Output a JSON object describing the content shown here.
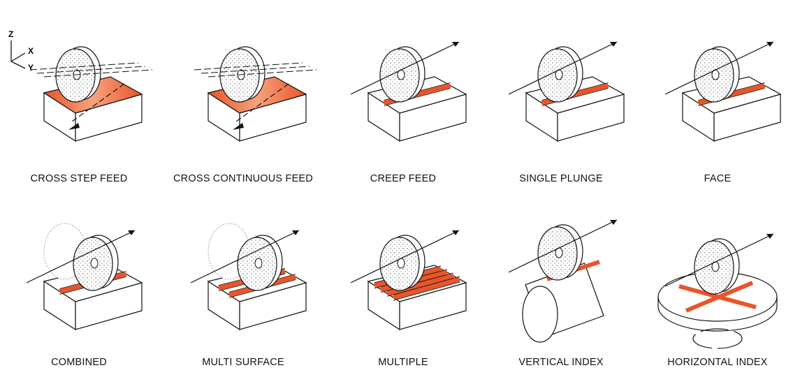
{
  "axes": {
    "z": "Z",
    "x": "X",
    "y": "Y"
  },
  "colors": {
    "workpiece": "#e8552b",
    "highlight": "#f6a27c",
    "outline": "#111111"
  },
  "items": [
    {
      "label": "CROSS STEP FEED",
      "kind": "step"
    },
    {
      "label": "CROSS CONTINUOUS FEED",
      "kind": "continuous"
    },
    {
      "label": "CREEP FEED",
      "kind": "creep"
    },
    {
      "label": "SINGLE PLUNGE",
      "kind": "plunge"
    },
    {
      "label": "FACE",
      "kind": "face"
    },
    {
      "label": "COMBINED",
      "kind": "combined"
    },
    {
      "label": "MULTI SURFACE",
      "kind": "multi"
    },
    {
      "label": "MULTIPLE",
      "kind": "multiple"
    },
    {
      "label": "VERTICAL INDEX",
      "kind": "vindex"
    },
    {
      "label": "HORIZONTAL INDEX",
      "kind": "hindex"
    }
  ]
}
